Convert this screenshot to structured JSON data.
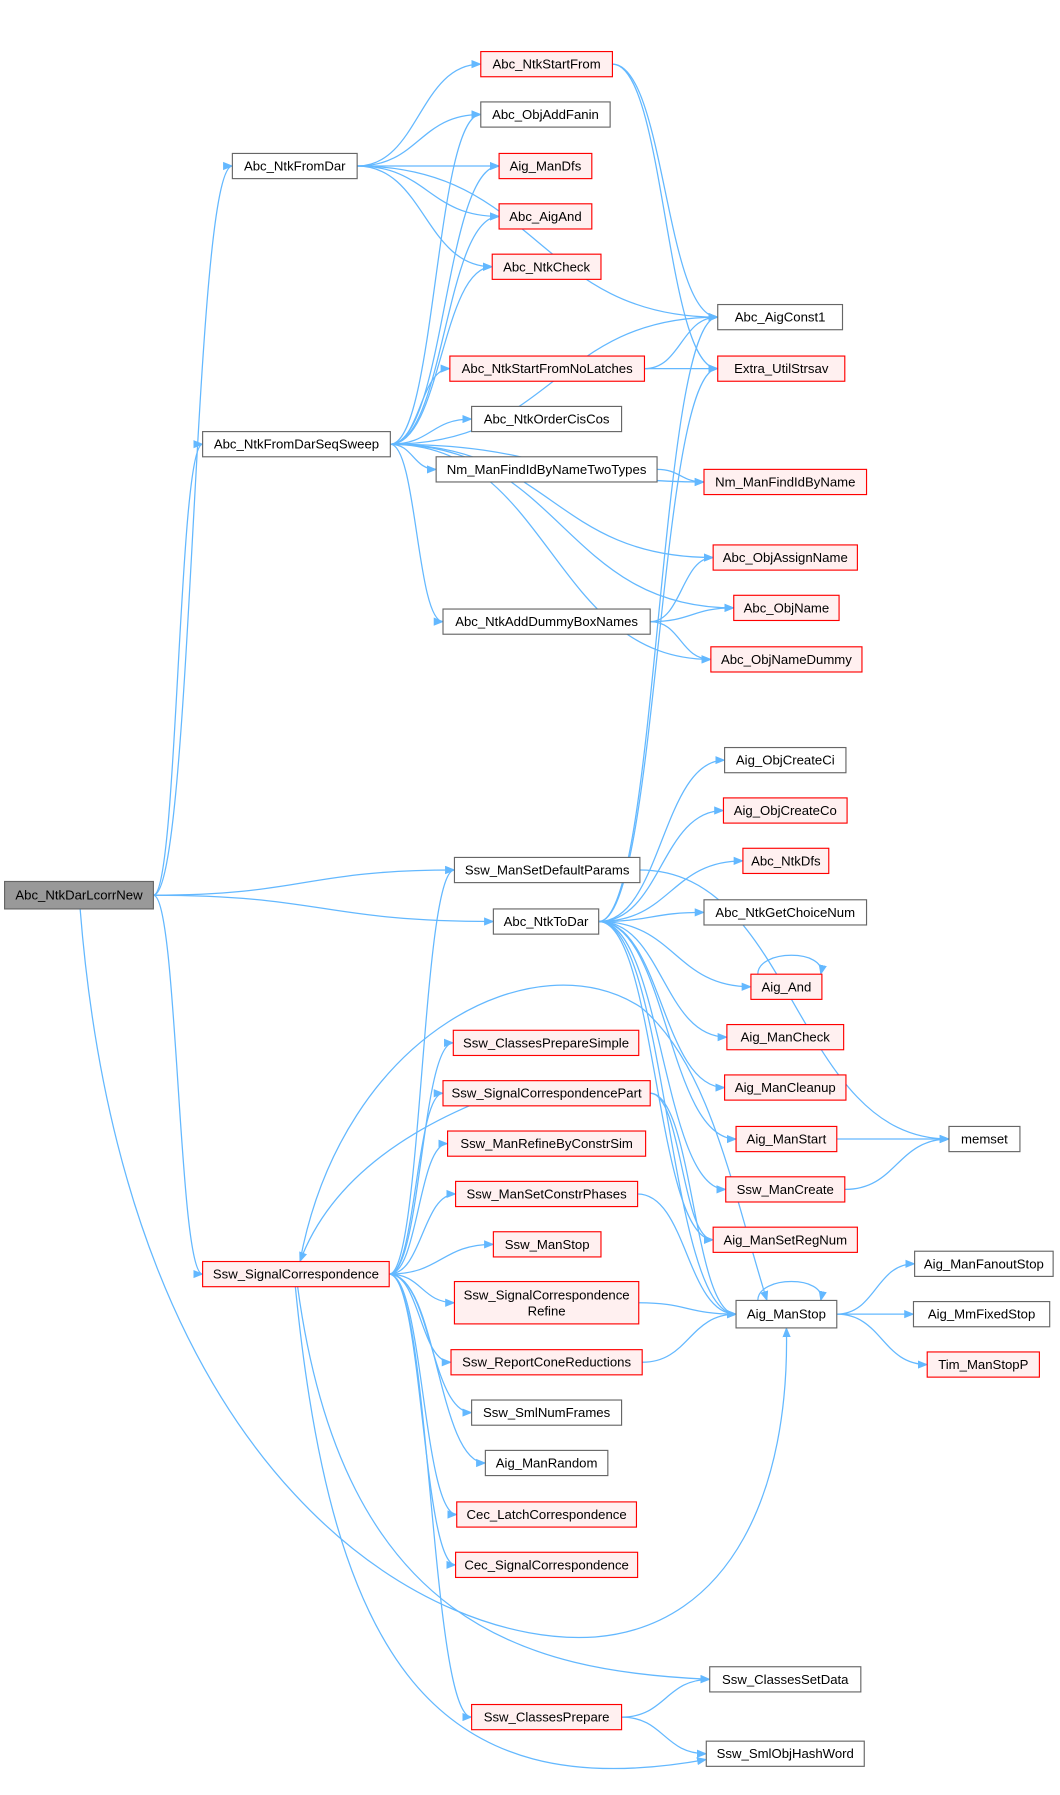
{
  "colors": {
    "edge": "#63b8ff",
    "red_border": "#ff0000",
    "red_fill": "#fff0f0",
    "root_fill": "#999999",
    "normal_border": "#666666"
  },
  "nodes": [
    {
      "id": "root",
      "label": "Abc_NtkDarLcorrNew",
      "style": "root"
    },
    {
      "id": "fromDar",
      "label": "Abc_NtkFromDar",
      "style": "normal"
    },
    {
      "id": "fromDarSeq",
      "label": "Abc_NtkFromDarSeqSweep",
      "style": "normal"
    },
    {
      "id": "setDefParams",
      "label": "Ssw_ManSetDefaultParams",
      "style": "normal"
    },
    {
      "id": "toDar",
      "label": "Abc_NtkToDar",
      "style": "normal"
    },
    {
      "id": "sigCorr",
      "label": "Ssw_SignalCorrespondence",
      "style": "red"
    },
    {
      "id": "startFrom",
      "label": "Abc_NtkStartFrom",
      "style": "red"
    },
    {
      "id": "addFanin",
      "label": "Abc_ObjAddFanin",
      "style": "normal"
    },
    {
      "id": "manDfs",
      "label": "Aig_ManDfs",
      "style": "red"
    },
    {
      "id": "aigAnd",
      "label": "Abc_AigAnd",
      "style": "red"
    },
    {
      "id": "ntkCheck",
      "label": "Abc_NtkCheck",
      "style": "red"
    },
    {
      "id": "aigConst1",
      "label": "Abc_AigConst1",
      "style": "normal"
    },
    {
      "id": "startNoLatch",
      "label": "Abc_NtkStartFromNoLatches",
      "style": "red"
    },
    {
      "id": "strsav",
      "label": "Extra_UtilStrsav",
      "style": "red"
    },
    {
      "id": "orderCis",
      "label": "Abc_NtkOrderCisCos",
      "style": "normal"
    },
    {
      "id": "findTwo",
      "label": "Nm_ManFindIdByNameTwoTypes",
      "style": "normal"
    },
    {
      "id": "findId",
      "label": "Nm_ManFindIdByName",
      "style": "red"
    },
    {
      "id": "assignName",
      "label": "Abc_ObjAssignName",
      "style": "red"
    },
    {
      "id": "dummyBox",
      "label": "Abc_NtkAddDummyBoxNames",
      "style": "normal"
    },
    {
      "id": "objName",
      "label": "Abc_ObjName",
      "style": "red"
    },
    {
      "id": "nameDummy",
      "label": "Abc_ObjNameDummy",
      "style": "red"
    },
    {
      "id": "createCi",
      "label": "Aig_ObjCreateCi",
      "style": "normal"
    },
    {
      "id": "createCo",
      "label": "Aig_ObjCreateCo",
      "style": "red"
    },
    {
      "id": "ntkDfs",
      "label": "Abc_NtkDfs",
      "style": "red"
    },
    {
      "id": "choiceNum",
      "label": "Abc_NtkGetChoiceNum",
      "style": "normal"
    },
    {
      "id": "aigAnd2",
      "label": "Aig_And",
      "style": "red"
    },
    {
      "id": "manCheck",
      "label": "Aig_ManCheck",
      "style": "red"
    },
    {
      "id": "manCleanup",
      "label": "Aig_ManCleanup",
      "style": "red"
    },
    {
      "id": "manStart",
      "label": "Aig_ManStart",
      "style": "red"
    },
    {
      "id": "memset",
      "label": "memset",
      "style": "normal"
    },
    {
      "id": "sswCreate",
      "label": "Ssw_ManCreate",
      "style": "red"
    },
    {
      "id": "setRegNum",
      "label": "Aig_ManSetRegNum",
      "style": "red"
    },
    {
      "id": "manStop",
      "label": "Aig_ManStop",
      "style": "normal"
    },
    {
      "id": "fanoutStop",
      "label": "Aig_ManFanoutStop",
      "style": "normal"
    },
    {
      "id": "mmFixed",
      "label": "Aig_MmFixedStop",
      "style": "normal"
    },
    {
      "id": "timStop",
      "label": "Tim_ManStopP",
      "style": "red"
    },
    {
      "id": "prepSimple",
      "label": "Ssw_ClassesPrepareSimple",
      "style": "red"
    },
    {
      "id": "sigPart",
      "label": "Ssw_SignalCorrespondencePart",
      "style": "red"
    },
    {
      "id": "refineConstr",
      "label": "Ssw_ManRefineByConstrSim",
      "style": "red"
    },
    {
      "id": "constrPhases",
      "label": "Ssw_ManSetConstrPhases",
      "style": "red"
    },
    {
      "id": "sswStop",
      "label": "Ssw_ManStop",
      "style": "red"
    },
    {
      "id": "sigRefine",
      "label": "Ssw_SignalCorrespondence Refine",
      "style": "red"
    },
    {
      "id": "coneRed",
      "label": "Ssw_ReportConeReductions",
      "style": "red"
    },
    {
      "id": "numFrames",
      "label": "Ssw_SmlNumFrames",
      "style": "normal"
    },
    {
      "id": "manRandom",
      "label": "Aig_ManRandom",
      "style": "normal"
    },
    {
      "id": "cecLatch",
      "label": "Cec_LatchCorrespondence",
      "style": "red"
    },
    {
      "id": "cecSig",
      "label": "Cec_SignalCorrespondence",
      "style": "red"
    },
    {
      "id": "setData",
      "label": "Ssw_ClassesSetData",
      "style": "normal"
    },
    {
      "id": "classesPrep",
      "label": "Ssw_ClassesPrepare",
      "style": "red"
    },
    {
      "id": "hashWord",
      "label": "Ssw_SmlObjHashWord",
      "style": "normal"
    }
  ],
  "edges": [
    [
      "root",
      "fromDar"
    ],
    [
      "root",
      "fromDarSeq"
    ],
    [
      "root",
      "setDefParams"
    ],
    [
      "root",
      "toDar"
    ],
    [
      "root",
      "sigCorr"
    ],
    [
      "root",
      "manStop"
    ],
    [
      "fromDar",
      "startFrom"
    ],
    [
      "fromDar",
      "addFanin"
    ],
    [
      "fromDar",
      "manDfs"
    ],
    [
      "fromDar",
      "aigAnd"
    ],
    [
      "fromDar",
      "ntkCheck"
    ],
    [
      "fromDar",
      "aigConst1"
    ],
    [
      "startFrom",
      "aigConst1"
    ],
    [
      "startFrom",
      "strsav"
    ],
    [
      "fromDarSeq",
      "addFanin"
    ],
    [
      "fromDarSeq",
      "manDfs"
    ],
    [
      "fromDarSeq",
      "aigAnd"
    ],
    [
      "fromDarSeq",
      "ntkCheck"
    ],
    [
      "fromDarSeq",
      "aigConst1"
    ],
    [
      "fromDarSeq",
      "startNoLatch"
    ],
    [
      "fromDarSeq",
      "orderCis"
    ],
    [
      "fromDarSeq",
      "findTwo"
    ],
    [
      "fromDarSeq",
      "findId"
    ],
    [
      "fromDarSeq",
      "assignName"
    ],
    [
      "fromDarSeq",
      "dummyBox"
    ],
    [
      "fromDarSeq",
      "objName"
    ],
    [
      "fromDarSeq",
      "nameDummy"
    ],
    [
      "startNoLatch",
      "aigConst1"
    ],
    [
      "startNoLatch",
      "strsav"
    ],
    [
      "findTwo",
      "findId"
    ],
    [
      "dummyBox",
      "assignName"
    ],
    [
      "dummyBox",
      "objName"
    ],
    [
      "dummyBox",
      "nameDummy"
    ],
    [
      "setDefParams",
      "memset"
    ],
    [
      "toDar",
      "aigConst1"
    ],
    [
      "toDar",
      "strsav"
    ],
    [
      "toDar",
      "createCi"
    ],
    [
      "toDar",
      "createCo"
    ],
    [
      "toDar",
      "ntkDfs"
    ],
    [
      "toDar",
      "choiceNum"
    ],
    [
      "toDar",
      "aigAnd2"
    ],
    [
      "toDar",
      "manCheck"
    ],
    [
      "toDar",
      "manCleanup"
    ],
    [
      "toDar",
      "manStart"
    ],
    [
      "toDar",
      "sswCreate"
    ],
    [
      "toDar",
      "setRegNum"
    ],
    [
      "toDar",
      "manStop"
    ],
    [
      "aigAnd2",
      "aigAnd2"
    ],
    [
      "manStart",
      "memset"
    ],
    [
      "sswCreate",
      "memset"
    ],
    [
      "manStop",
      "manStop"
    ],
    [
      "manStop",
      "fanoutStop"
    ],
    [
      "manStop",
      "mmFixed"
    ],
    [
      "manStop",
      "timStop"
    ],
    [
      "sigCorr",
      "setDefParams"
    ],
    [
      "sigCorr",
      "manStop"
    ],
    [
      "sigCorr",
      "prepSimple"
    ],
    [
      "sigCorr",
      "sigPart"
    ],
    [
      "sigCorr",
      "refineConstr"
    ],
    [
      "sigCorr",
      "constrPhases"
    ],
    [
      "sigCorr",
      "sswStop"
    ],
    [
      "sigCorr",
      "sigRefine"
    ],
    [
      "sigCorr",
      "coneRed"
    ],
    [
      "sigCorr",
      "numFrames"
    ],
    [
      "sigCorr",
      "manRandom"
    ],
    [
      "sigCorr",
      "cecLatch"
    ],
    [
      "sigCorr",
      "cecSig"
    ],
    [
      "sigCorr",
      "setData"
    ],
    [
      "sigCorr",
      "classesPrep"
    ],
    [
      "sigCorr",
      "hashWord"
    ],
    [
      "sigPart",
      "sigCorr"
    ],
    [
      "sigPart",
      "setRegNum"
    ],
    [
      "sigPart",
      "manStop"
    ],
    [
      "constrPhases",
      "manStop"
    ],
    [
      "sigRefine",
      "manStop"
    ],
    [
      "coneRed",
      "manStop"
    ],
    [
      "classesPrep",
      "setData"
    ],
    [
      "classesPrep",
      "hashWord"
    ]
  ]
}
